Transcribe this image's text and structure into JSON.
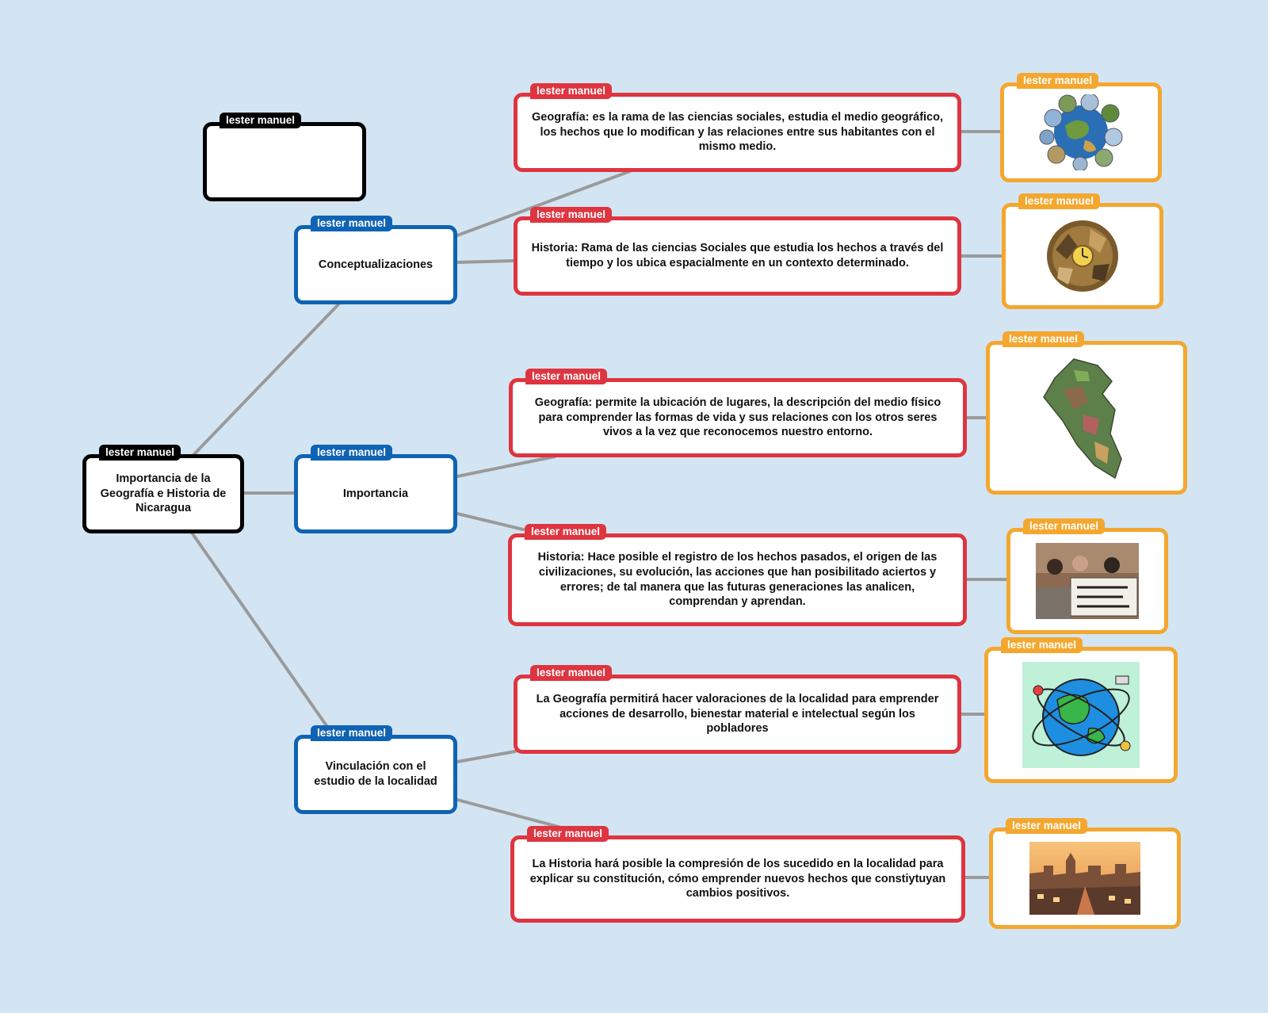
{
  "author_tag": "lester manuel",
  "colors": {
    "background": "#d3e5f3",
    "root_border": "#000000",
    "branch_border": "#0f63b4",
    "detail_border": "#de3540",
    "image_border": "#f4a72f",
    "connector": "#9a9a9a"
  },
  "root": {
    "text": "Importancia de la Geografía e Historia de Nicaragua"
  },
  "floating_node": {
    "text": ""
  },
  "branches": [
    {
      "text": "Conceptualizaciones"
    },
    {
      "text": "Importancia"
    },
    {
      "text": "Vinculación con el estudio de la localidad"
    }
  ],
  "details": [
    {
      "text": "Geografía: es la rama de las ciencias sociales, estudia el medio geográfico, los hechos que lo modifican y las relaciones entre sus habitantes con el mismo medio."
    },
    {
      "text": "Historia: Rama de las ciencias Sociales que estudia los hechos a través del tiempo y los ubica espacialmente en un contexto determinado."
    },
    {
      "text": "Geografía: permite la ubicación de lugares, la descripción del medio físico para comprender las formas de vida y sus relaciones con los otros seres vivos a la vez que reconocemos nuestro entorno."
    },
    {
      "text": "Historia: Hace posible el registro de los hechos pasados, el origen de las civilizaciones, su evolución, las acciones que han posibilitado aciertos y errores; de tal manera que las futuras generaciones las analicen, comprendan y aprendan."
    },
    {
      "text": "La Geografía permitirá hacer valoraciones de la localidad para emprender acciones de desarrollo, bienestar material e intelectual según los pobladores"
    },
    {
      "text": "La Historia hará posible la compresión de los sucedido en la localidad para explicar su constitución, cómo emprender nuevos hechos que constiytuyan cambios positivos."
    }
  ],
  "images": [
    {
      "icon": "globe-collage-icon"
    },
    {
      "icon": "history-collage-icon"
    },
    {
      "icon": "country-map-icon"
    },
    {
      "icon": "protest-banner-photo"
    },
    {
      "icon": "globe-tools-illustration"
    },
    {
      "icon": "city-skyline-photo"
    }
  ]
}
